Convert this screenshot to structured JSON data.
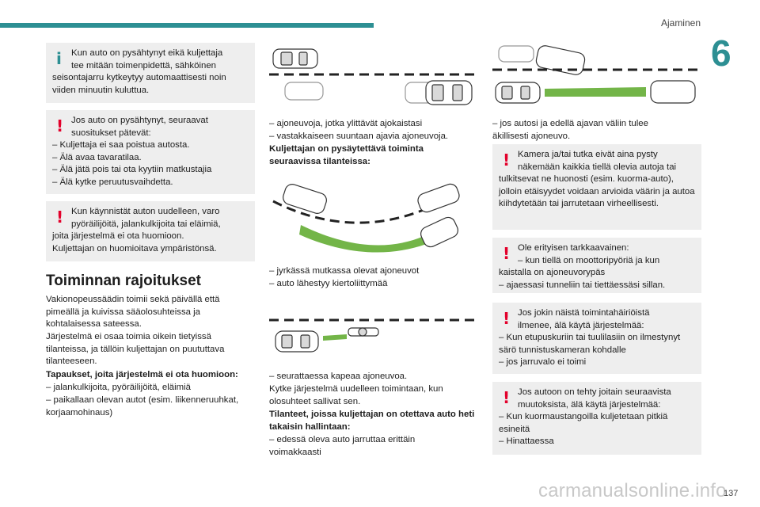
{
  "header": {
    "title": "Ajaminen",
    "chapter": "6",
    "page": "137"
  },
  "watermark": "carmanualsonline.info",
  "colors": {
    "accent": "#2d8f93",
    "warning": "#e3002b",
    "box_bg": "#eeeeee"
  },
  "left": {
    "info_box": {
      "icon": "info-icon",
      "line1": "Kun auto on pysähtynyt eikä kuljettaja",
      "line2": "tee mitään toimenpidettä, sähköinen",
      "rest": "seisontajarru kytkeytyy automaattisesti noin viiden minuutin kuluttua."
    },
    "warn_box1": {
      "icon": "warning-icon",
      "line1": "Jos auto on pysähtynyt, seuraavat",
      "line2": "suositukset pätevät:",
      "items": [
        "– Kuljettaja ei saa poistua autosta.",
        "– Älä avaa tavaratilaa.",
        "– Älä jätä pois tai ota kyytiin matkustajia",
        "– Älä kytke peruutusvaihdetta."
      ]
    },
    "warn_box2": {
      "icon": "warning-icon",
      "line1": "Kun käynnistät auton uudelleen, varo",
      "line2": "pyöräilijöitä, jalankulkijoita tai eläimiä,",
      "rest1": "joita järjestelmä ei ota huomioon.",
      "rest2": "Kuljettajan on huomioitava ympäristönsä."
    },
    "section_title": "Toiminnan rajoitukset",
    "para1": "Vakionopeussäädin toimii sekä päivällä että pimeällä ja kuivissa sääolosuhteissa ja kohtalaisessa sateessa.",
    "para2": "Järjestelmä ei osaa toimia oikein tietyissä tilanteissa, ja tällöin kuljettajan on puututtava tilanteeseen.",
    "bold1": "Tapaukset, joita järjestelmä ei ota huomioon:",
    "items": [
      "– jalankulkijoita, pyöräilijöitä, eläimiä",
      "– paikallaan olevan autot (esim. liikenneruuhkat, korjaamohinaus)"
    ]
  },
  "middle": {
    "text1_items": [
      "– ajoneuvoja, jotka ylittävät ajokaistasi",
      "– vastakkaiseen suuntaan ajavia ajoneuvoja."
    ],
    "bold1": "Kuljettajan on pysäytettävä toiminta seuraavissa tilanteissa:",
    "text2_items": [
      "– jyrkässä mutkassa olevat ajoneuvot",
      "– auto lähestyy kiertoliittymää"
    ],
    "text3_item": "– seurattaessa kapeaa ajoneuvoa.",
    "text3_plain": "Kytke järjestelmä uudelleen toimintaan, kun olosuhteet sallivat sen.",
    "bold2": "Tilanteet, joissa kuljettajan on otettava auto heti takaisin hallintaan:",
    "text4_item": "– edessä oleva auto jarruttaa erittäin voimakkaasti"
  },
  "right": {
    "text1": "– jos autosi ja edellä ajavan väliin tulee äkillisesti ajoneuvo.",
    "warn_box1": {
      "icon": "warning-icon",
      "line1": "Kamera ja/tai tutka eivät aina pysty",
      "line2": "näkemään kaikkia tiellä olevia autoja tai",
      "rest": "tulkitsevat ne huonosti (esim. kuorma-auto), jolloin etäisyydet voidaan arvioida väärin ja autoa kiihdytetään tai jarrutetaan virheellisesti."
    },
    "warn_box2": {
      "icon": "warning-icon",
      "line1": "Ole erityisen tarkkaavainen:",
      "line2": "– kun tiellä on moottoripyöriä ja kun",
      "rest1": "kaistalla on ajoneuvorypäs",
      "rest2": "– ajaessasi tunneliin tai tiettäessäsi sillan."
    },
    "warn_box3": {
      "icon": "warning-icon",
      "line1": "Jos jokin näistä toimintahäiriöistä",
      "line2": "ilmenee, älä käytä järjestelmää:",
      "rest1": "– Kun etupuskuriin tai tuulilasiin on ilmestynyt särö tunnistuskameran kohdalle",
      "rest2": "– jos jarruvalo ei toimi"
    },
    "warn_box4": {
      "icon": "warning-icon",
      "line1": "Jos autoon on tehty joitain seuraavista",
      "line2": "muutoksista, älä käytä järjestelmää:",
      "rest1": "– Kun kuormaustangoilla kuljetetaan pitkiä esineitä",
      "rest2": "– Hinattaessa"
    }
  }
}
